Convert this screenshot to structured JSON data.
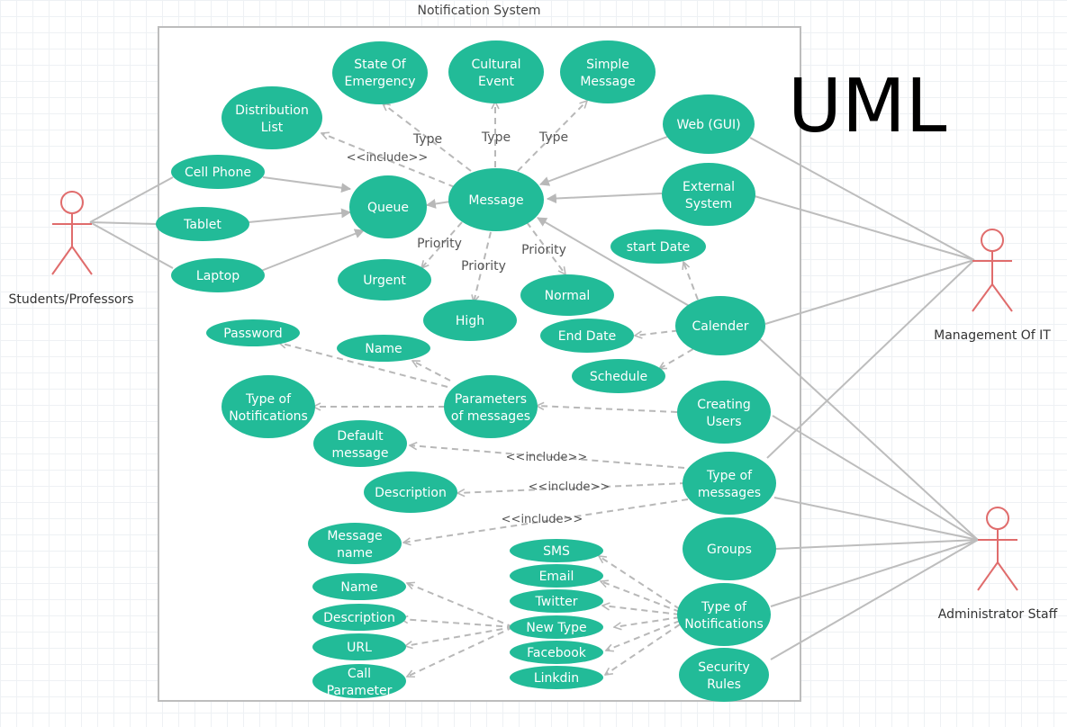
{
  "system": {
    "title": "Notification System"
  },
  "banner": "UML",
  "colors": {
    "usecase": "#22bb98",
    "line": "#bdbdbd",
    "dashed": "#b8b8b8",
    "actor": "#e06c6c"
  },
  "actors": {
    "students": "Students/Professors",
    "management": "Management Of IT",
    "admin": "Administrator Staff"
  },
  "usecases": {
    "state_emergency": [
      "State Of",
      "Emergency"
    ],
    "cultural_event": [
      "Cultural",
      "Event"
    ],
    "simple_message": [
      "Simple",
      "Message"
    ],
    "distribution_list": [
      "Distribution",
      "List"
    ],
    "web_gui": [
      "Web (GUI)"
    ],
    "cell_phone": [
      "Cell Phone"
    ],
    "tablet": [
      "Tablet"
    ],
    "laptop": [
      "Laptop"
    ],
    "queue": [
      "Queue"
    ],
    "message": [
      "Message"
    ],
    "external_system": [
      "External",
      "System"
    ],
    "start_date": [
      "start Date"
    ],
    "urgent": [
      "Urgent"
    ],
    "high": [
      "High"
    ],
    "normal": [
      "Normal"
    ],
    "end_date": [
      "End Date"
    ],
    "calender": [
      "Calender"
    ],
    "schedule": [
      "Schedule"
    ],
    "password": [
      "Password"
    ],
    "name_param": [
      "Name"
    ],
    "type_of_notifications_param": [
      "Type of",
      "Notifications"
    ],
    "parameters_of_messages": [
      "Parameters",
      "of messages"
    ],
    "creating_users": [
      "Creating",
      "Users"
    ],
    "default_message": [
      "Default",
      "message"
    ],
    "type_of_messages": [
      "Type of",
      "messages"
    ],
    "description_msg": [
      "Description"
    ],
    "message_name": [
      "Message",
      "name"
    ],
    "groups": [
      "Groups"
    ],
    "sms": [
      "SMS"
    ],
    "email": [
      "Email"
    ],
    "twitter": [
      "Twitter"
    ],
    "new_type": [
      "New Type"
    ],
    "facebook": [
      "Facebook"
    ],
    "linkedin": [
      "Linkdin"
    ],
    "name_nt": [
      "Name"
    ],
    "description_nt": [
      "Description"
    ],
    "url": [
      "URL"
    ],
    "call_parameter": [
      "Call",
      "Parameter"
    ],
    "type_of_notifications": [
      "Type of",
      "Notifications"
    ],
    "security_rules": [
      "Security",
      "Rules"
    ]
  },
  "labels": {
    "include_distribution": "<<include>>",
    "type_1": "Type",
    "type_2": "Type",
    "type_3": "Type",
    "priority_1": "Priority",
    "priority_2": "Priority",
    "priority_3": "Priority",
    "include_default": "<<include>>",
    "include_description": "<<include>>",
    "include_message_name": "<<include>>"
  }
}
